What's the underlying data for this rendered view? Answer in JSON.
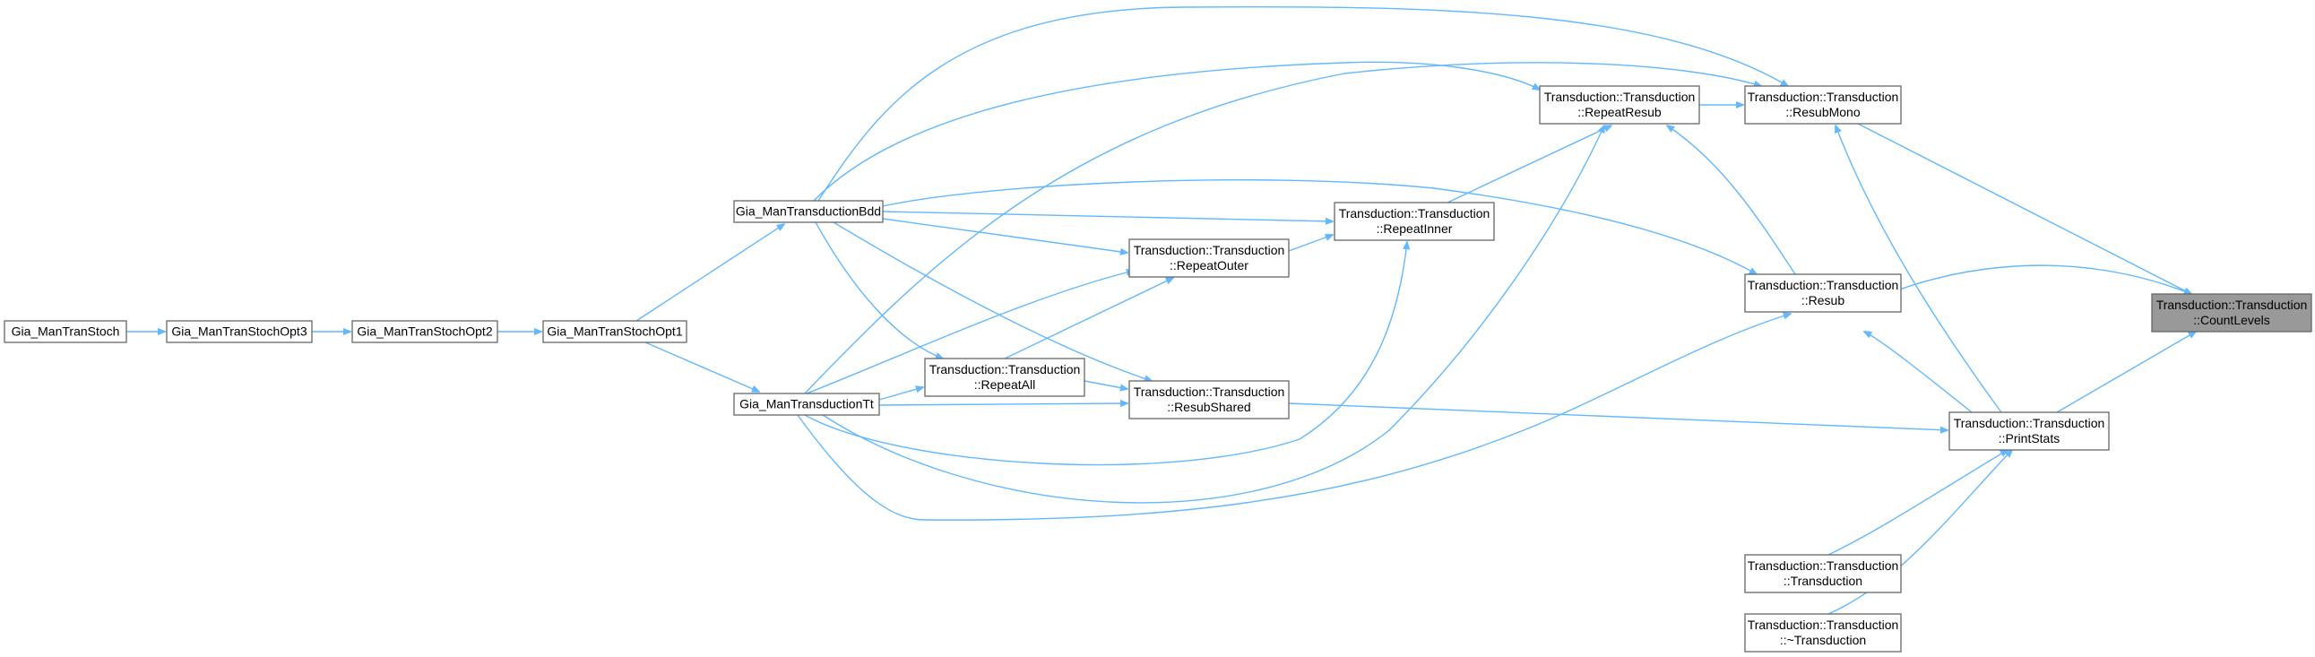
{
  "graph": {
    "colors": {
      "edge": "#63b8ff",
      "node_border": "#666666",
      "root_fill": "#999999",
      "node_fill": "#ffffff"
    },
    "nodes": [
      {
        "id": "countlevels",
        "lines": [
          "Transduction::Transduction",
          "::CountLevels"
        ],
        "root": true
      },
      {
        "id": "resubmono",
        "lines": [
          "Transduction::Transduction",
          "::ResubMono"
        ]
      },
      {
        "id": "repeatresub",
        "lines": [
          "Transduction::Transduction",
          "::RepeatResub"
        ]
      },
      {
        "id": "repeatinner",
        "lines": [
          "Transduction::Transduction",
          "::RepeatInner"
        ]
      },
      {
        "id": "resub",
        "lines": [
          "Transduction::Transduction",
          "::Resub"
        ]
      },
      {
        "id": "repeatouter",
        "lines": [
          "Transduction::Transduction",
          "::RepeatOuter"
        ]
      },
      {
        "id": "repeatall",
        "lines": [
          "Transduction::Transduction",
          "::RepeatAll"
        ]
      },
      {
        "id": "resubshared",
        "lines": [
          "Transduction::Transduction",
          "::ResubShared"
        ]
      },
      {
        "id": "printstats",
        "lines": [
          "Transduction::Transduction",
          "::PrintStats"
        ]
      },
      {
        "id": "ctor",
        "lines": [
          "Transduction::Transduction",
          "::Transduction"
        ]
      },
      {
        "id": "dtor",
        "lines": [
          "Transduction::Transduction",
          "::~Transduction"
        ]
      },
      {
        "id": "bdd",
        "lines": [
          "Gia_ManTransductionBdd"
        ]
      },
      {
        "id": "tt",
        "lines": [
          "Gia_ManTransductionTt"
        ]
      },
      {
        "id": "opt1",
        "lines": [
          "Gia_ManTranStochOpt1"
        ]
      },
      {
        "id": "opt2",
        "lines": [
          "Gia_ManTranStochOpt2"
        ]
      },
      {
        "id": "opt3",
        "lines": [
          "Gia_ManTranStochOpt3"
        ]
      },
      {
        "id": "stoch",
        "lines": [
          "Gia_ManTranStoch"
        ]
      }
    ]
  }
}
